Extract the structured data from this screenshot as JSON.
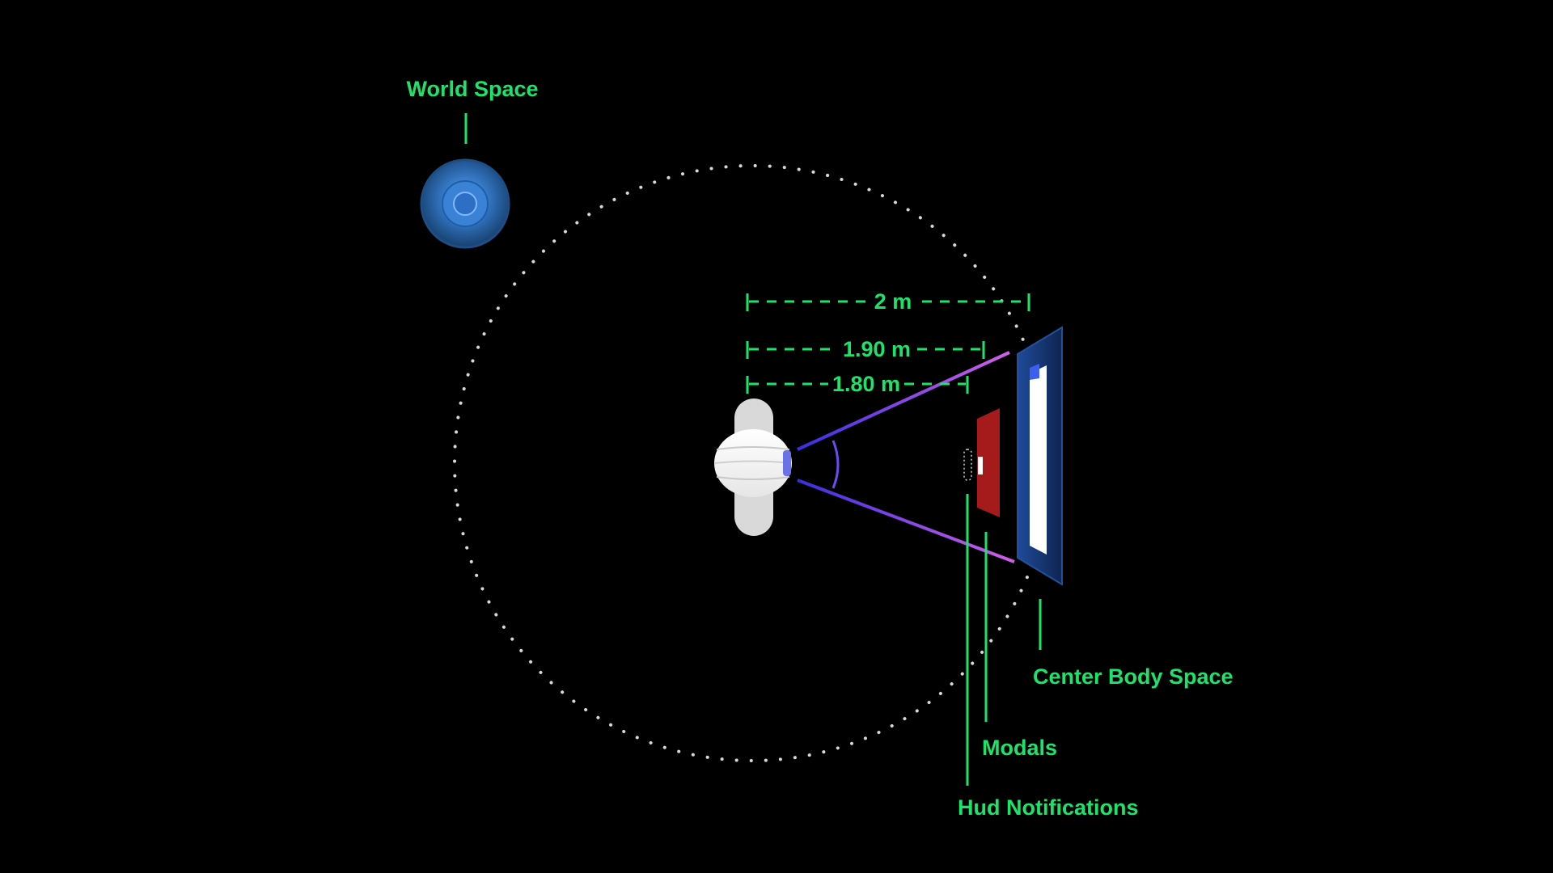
{
  "colors": {
    "background": "#000000",
    "label_green": "#1ee36b",
    "orbit_dots": "#d8d8d8",
    "headset": "#ffffff",
    "view_cone": "#8a3cf0",
    "modal_panel": "#a51a1a",
    "center_panel": "#1b3a7a",
    "world_sphere": "#2f6fb8"
  },
  "labels": {
    "world_space": "World Space",
    "center_body_space": "Center Body Space",
    "modals": "Modals",
    "hud_notifications": "Hud Notifications"
  },
  "distances": {
    "center_body": "2 m",
    "modals": "1.90 m",
    "hud": "1.80 m"
  },
  "icons": {
    "user": "user-headset-icon",
    "world_object": "world-sphere-icon"
  }
}
